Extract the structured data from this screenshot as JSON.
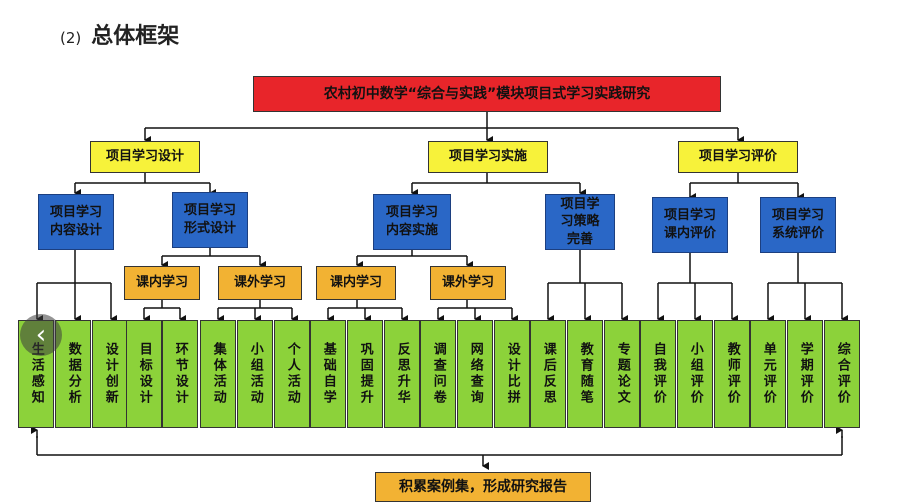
{
  "header": {
    "number": "(2)",
    "title": "总体框架"
  },
  "root": "农村初中数学“综合与实践”模块项目式学习实践研究",
  "level1": [
    "项目学习设计",
    "项目学习实施",
    "项目学习评价"
  ],
  "level2": [
    "项目学习内容设计",
    "项目学习形式设计",
    "项目学习内容实施",
    "项目学习策略完善",
    "项目学习课内评价",
    "项目学习系统评价"
  ],
  "level3": [
    "课内学习",
    "课外学习",
    "课内学习",
    "课外学习"
  ],
  "leaves": [
    "生活感知",
    "数据分析",
    "设计创新",
    "目标设计",
    "环节设计",
    "集体活动",
    "小组活动",
    "个人活动",
    "基础自学",
    "巩固提升",
    "反思升华",
    "调查问卷",
    "网络查询",
    "设计比拼",
    "课后反思",
    "教育随笔",
    "专题论文",
    "自我评价",
    "小组评价",
    "教师评价",
    "单元评价",
    "学期评价",
    "综合评价"
  ],
  "bottom": "积累案例集，形成研究报告",
  "nav": {
    "back_icon": "‹"
  }
}
